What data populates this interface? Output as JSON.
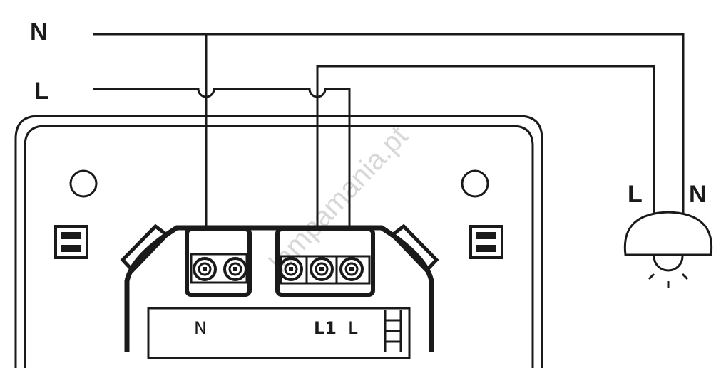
{
  "supply_labels": {
    "neutral": "N",
    "live": "L"
  },
  "lamp_labels": {
    "live": "L",
    "neutral": "N"
  },
  "terminal_labels": {
    "neutral": "N",
    "l1": "L1",
    "live": "L"
  },
  "watermark": "lampamania.pt",
  "colors": {
    "line": "#1a1a1a",
    "watermark": "#d8d8d8"
  }
}
